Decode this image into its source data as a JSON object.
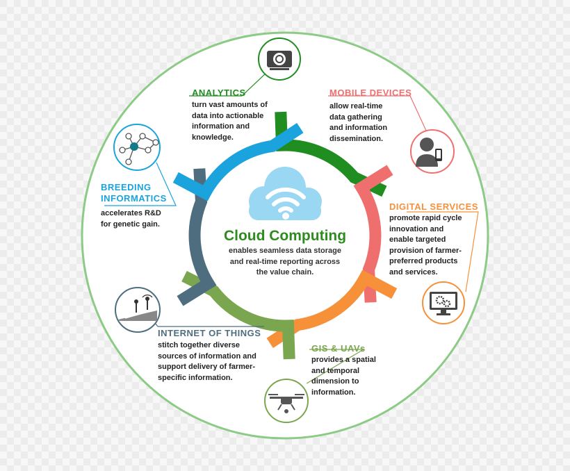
{
  "center": {
    "title": "Cloud Computing",
    "desc_lines": [
      "enables seamless data storage",
      "and real-time reporting across",
      "the value chain."
    ]
  },
  "colors": {
    "ring": "#8ccb86",
    "analytics": "#1f8d1f",
    "mobile": "#ef6f6f",
    "digital": "#f6913a",
    "gis": "#7aa64f",
    "iot": "#4e6e80",
    "breeding": "#1ba3dd",
    "cloud": "#9ad7f3"
  },
  "segments": {
    "analytics": {
      "title": "ANALYTICS",
      "desc_lines": [
        "turn vast amounts of",
        "data into actionable",
        "information and",
        "knowledge."
      ],
      "icon": "analytics-gauge-icon"
    },
    "mobile": {
      "title": "MOBILE DEVICES",
      "desc_lines": [
        "allow real-time",
        "data gathering",
        "and information",
        "dissemination."
      ],
      "icon": "person-with-phone-icon"
    },
    "digital": {
      "title": "DIGITAL SERVICES",
      "desc_lines": [
        "promote rapid cycle",
        "innovation and",
        "enable targeted",
        "provision of farmer-",
        "preferred products",
        "and services."
      ],
      "icon": "monitor-gears-icon"
    },
    "gis": {
      "title": "GIS & UAVs",
      "desc_lines": [
        "provides a spatial",
        "and temporal",
        "dimension to",
        "information."
      ],
      "icon": "drone-icon"
    },
    "iot": {
      "title": "INTERNET OF THINGS",
      "desc_lines": [
        "stitch together diverse",
        "sources of information and",
        "support delivery of farmer-",
        "specific information."
      ],
      "icon": "field-sensors-icon"
    },
    "breeding": {
      "title_lines": [
        "BREEDING",
        "INFORMATICS"
      ],
      "desc_lines": [
        "accelerates R&D",
        "for genetic gain."
      ],
      "icon": "network-nodes-icon"
    }
  }
}
